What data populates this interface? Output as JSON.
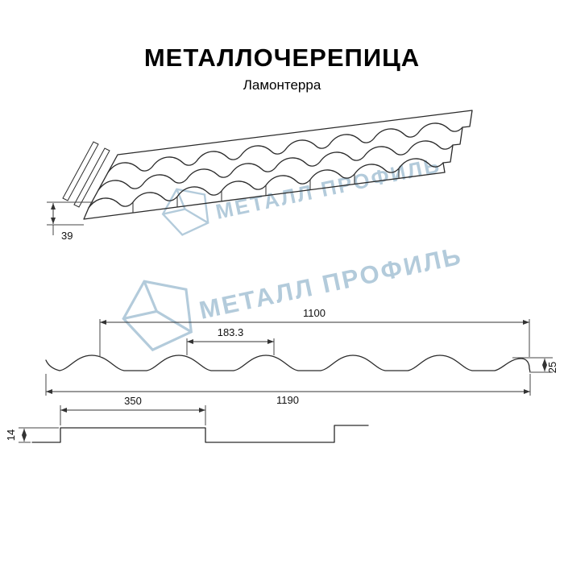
{
  "header": {
    "title": "МЕТАЛЛОЧЕРЕПИЦА",
    "subtitle": "Ламонтерра"
  },
  "watermark": {
    "text": "МЕТАЛЛ ПРОФИЛЬ",
    "color": "#b3cbdb"
  },
  "drawings": {
    "perspective": {
      "dim_height": "39"
    },
    "profile": {
      "dim_module_width": "1100",
      "dim_wave_pitch": "183.3",
      "dim_profile_height": "25",
      "dim_full_width": "1190"
    },
    "step": {
      "dim_step_length": "350",
      "dim_step_height": "14"
    }
  }
}
